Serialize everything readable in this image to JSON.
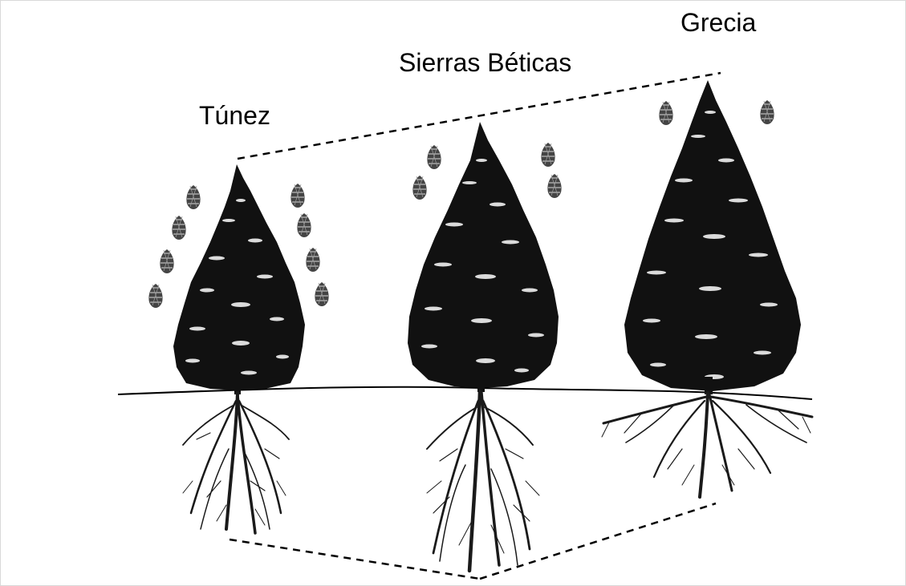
{
  "labels": {
    "tunez": "Túnez",
    "sierras_beticas": "Sierras Béticas",
    "grecia": "Grecia"
  },
  "colors": {
    "ink": "#000000",
    "background": "#ffffff"
  }
}
